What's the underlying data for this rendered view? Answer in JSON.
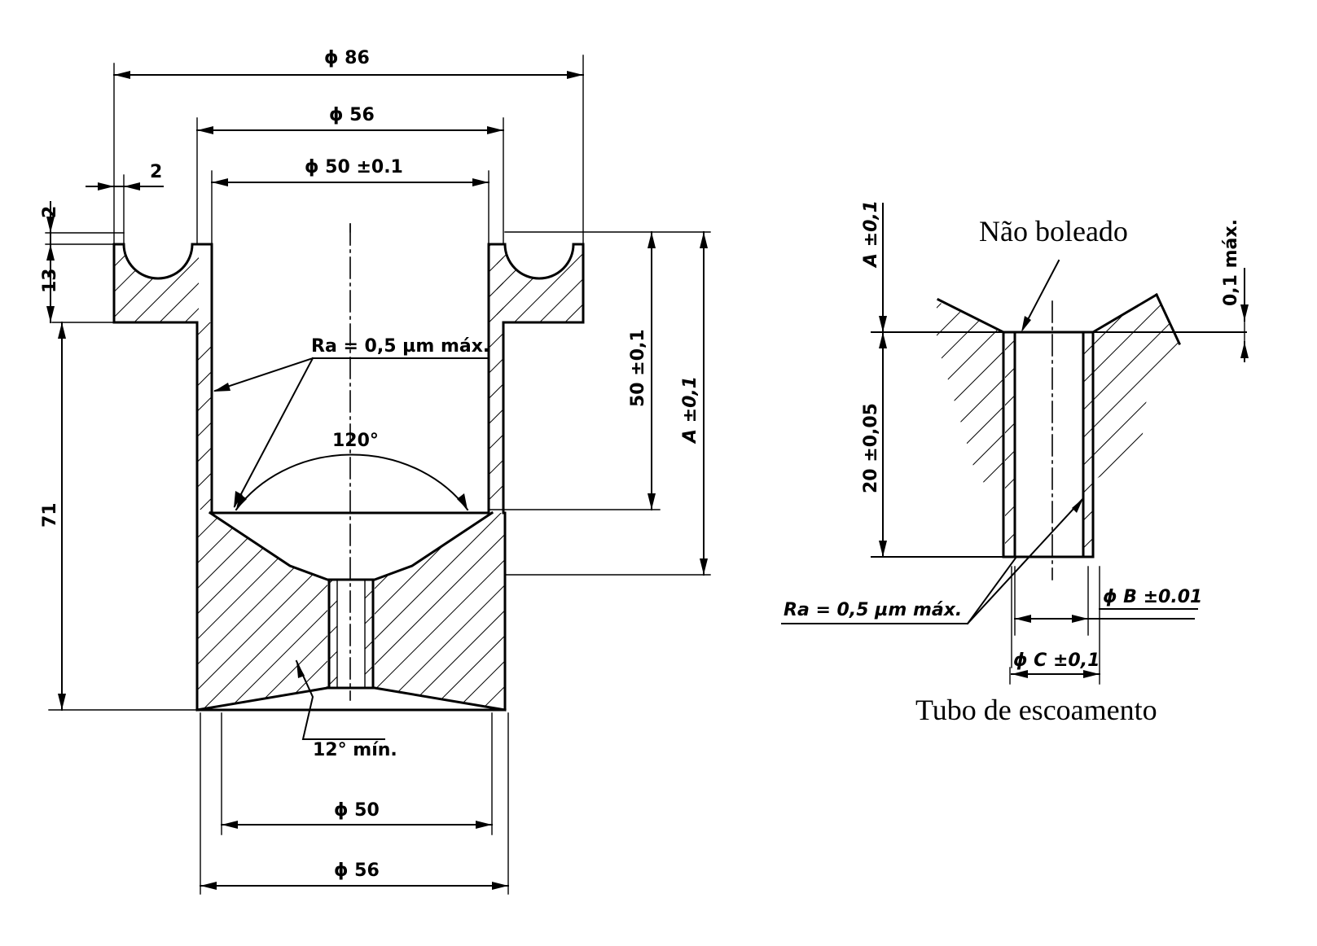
{
  "left_part": {
    "dim_outer_diameter": "ϕ 86",
    "dim_inner_top_diameter": "ϕ 56",
    "dim_bore_diameter": "ϕ 50 ±0.1",
    "dim_groove_width": "2",
    "dim_groove_depth": "2",
    "dim_flange_height": "13",
    "dim_body_height": "71",
    "dim_cup_depth": "50 ±0,1",
    "dim_total_depth": "A ±0,1",
    "roughness_note": "Ra = 0,5 µm máx.",
    "angle_cone": "120°",
    "angle_bottom": "12° mín.",
    "dim_bottom_inner_diameter": "ϕ 50",
    "dim_bottom_outer_diameter": "ϕ 56"
  },
  "right_part": {
    "title_top": "Não boleado",
    "dim_top_offset": "A ±0,1",
    "dim_edge_max": "0,1 máx.",
    "dim_tube_length": "20 ±0,05",
    "roughness_note": "Ra = 0,5 µm máx.",
    "dim_inner_diameter": "ϕ B ±0.01",
    "dim_outer_diameter": "ϕ C ±0,1",
    "caption": "Tubo de escoamento"
  }
}
